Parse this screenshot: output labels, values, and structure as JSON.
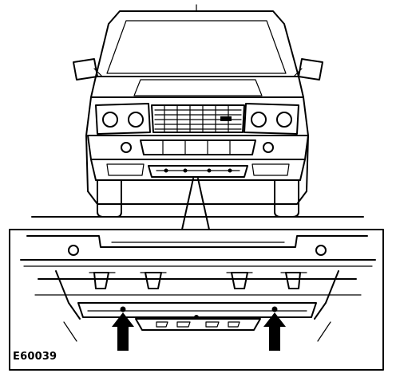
{
  "figure": {
    "reference_code": "E60039"
  },
  "colors": {
    "ink": "#000000",
    "paper": "#ffffff"
  },
  "callouts": {
    "arrows": [
      {
        "id": "left",
        "direction": "up"
      },
      {
        "id": "right",
        "direction": "up"
      }
    ]
  }
}
